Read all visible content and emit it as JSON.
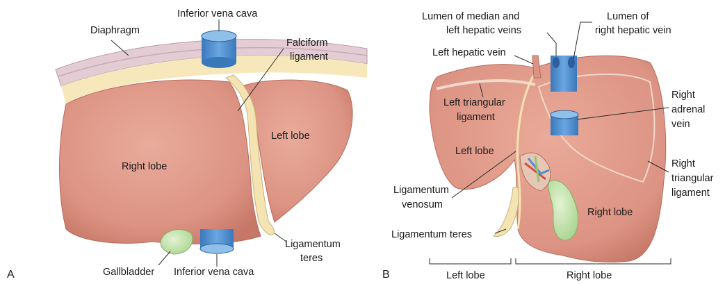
{
  "panels": {
    "a": {
      "letter": "A",
      "labels": {
        "diaphragm": "Diaphragm",
        "ivc_top": "Inferior vena cava",
        "falciform_1": "Falciform",
        "falciform_2": "ligament",
        "left_lobe": "Left lobe",
        "right_lobe": "Right lobe",
        "ligamentum_teres_1": "Ligamentum",
        "ligamentum_teres_2": "teres",
        "gallbladder": "Gallbladder",
        "ivc_bottom": "Inferior vena cava"
      }
    },
    "b": {
      "letter": "B",
      "labels": {
        "lumen_median_1": "Lumen of median and",
        "lumen_median_2": "left hepatic veins",
        "lumen_right_1": "Lumen of",
        "lumen_right_2": "right hepatic vein",
        "left_hepatic_vein": "Left hepatic vein",
        "left_triangular_1": "Left triangular",
        "left_triangular_2": "ligament",
        "right_adrenal_1": "Right",
        "right_adrenal_2": "adrenal",
        "right_adrenal_3": "vein",
        "left_lobe": "Left lobe",
        "right_triangular_1": "Right",
        "right_triangular_2": "triangular",
        "right_triangular_3": "ligament",
        "ligamentum_venosum_1": "Ligamentum",
        "ligamentum_venosum_2": "venosum",
        "right_lobe": "Right lobe",
        "ligamentum_teres": "Ligamentum teres",
        "bracket_left": "Left lobe",
        "bracket_right": "Right lobe"
      }
    }
  },
  "colors": {
    "liver_fill": "#dc9383",
    "liver_light": "#ecb9a8",
    "liver_dark": "#c47566",
    "diaphragm": "#e4ccd4",
    "diaphragm_edge": "#b99aa8",
    "fat": "#f7e8bc",
    "ligament": "#f4e4b2",
    "vein_blue": "#4f8fd0",
    "vein_dark": "#2d5f9a",
    "gallbladder": "#c8e6b0",
    "artery_red": "#d84b4b",
    "duct_green": "#8cc870"
  }
}
